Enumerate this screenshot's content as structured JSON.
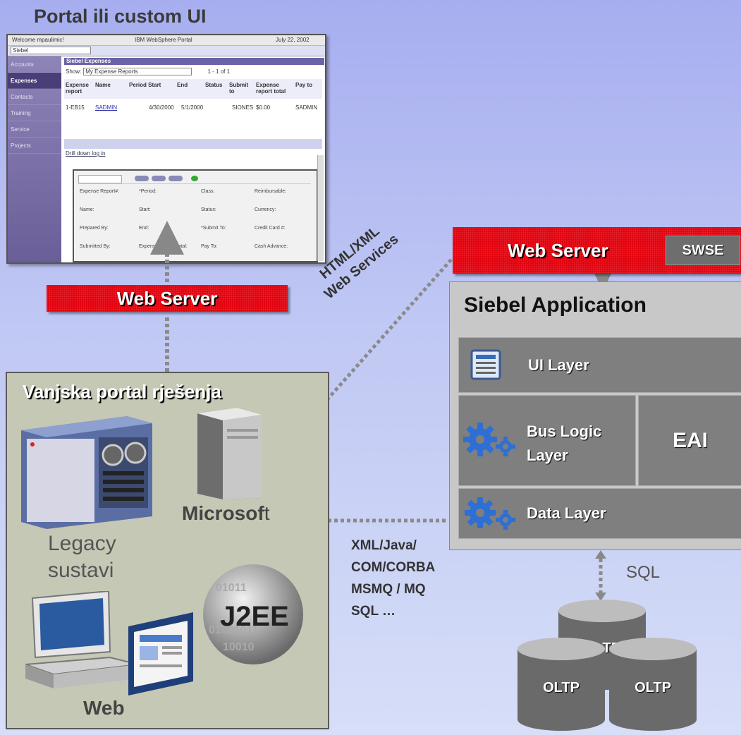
{
  "title": "Portal ili custom UI",
  "screenshot": {
    "welcome": "Welcome mpaulimic!",
    "portal": "IBM WebSphere Portal",
    "date": "July 22, 2002",
    "siebel_tab": "Siebel",
    "nav": [
      "Accounts",
      "Expenses",
      "Contacts",
      "Training",
      "Service",
      "Projects"
    ],
    "portlet_title": "Siebel Expenses",
    "show_label": "Show:",
    "show_value": "My Expense Reports",
    "paging": "1 - 1 of 1",
    "columns": [
      "Expense report",
      "Name",
      "Period Start",
      "End",
      "Status",
      "Submit to",
      "Expense report total",
      "Pay to"
    ],
    "row": [
      "1-EB15",
      "SADMIN",
      "4/30/2000",
      "5/1/2000",
      "",
      "SIONES",
      "$0.00",
      "SADMIN"
    ],
    "link": "Drill down log in",
    "form_fields": [
      "Expense Report#:",
      "*Period:",
      "Class:",
      "Reimbursable:",
      "Name:",
      "Start:",
      "Status:",
      "Currency:",
      "Prepared By:",
      "End:",
      "*Submit To:",
      "Credit Card #:",
      "Submitted By:",
      "Expense Report Total:",
      "Pay To:",
      "Cash Advance:"
    ]
  },
  "web_server_left": "Web Server",
  "web_server_right": "Web Server",
  "swse": "SWSE",
  "html_xml": "HTML/XML",
  "web_services": "Web Services",
  "vanjska_title": "Vanjska portal rješenja",
  "microsoft": "Microsof",
  "microsoft_tail": "t",
  "legacy_line1": "Legacy",
  "legacy_line2": "sustavi",
  "j2ee": "J2EE",
  "web": "Web",
  "siebel_title": "Siebel Application",
  "ui_layer": "UI Layer",
  "bus_logic_1": "Bus Logic",
  "bus_logic_2": "Layer",
  "eai": "EAI",
  "data_layer": "Data Layer",
  "protocols": [
    "XML/Java/",
    "COM/CORBA",
    "MSMQ / MQ",
    "SQL …"
  ],
  "sql": "SQL",
  "oltp": [
    "OLTP",
    "OLTP",
    "OLTP"
  ],
  "colors": {
    "web_server": "#e2000c",
    "layer": "#7f7f7f",
    "vanjska_bg": "#c5c8b4"
  }
}
